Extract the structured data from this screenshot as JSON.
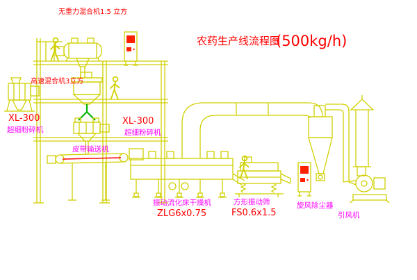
{
  "title": {
    "main": "农药生产线流程图",
    "capacity": "(500kg/h)"
  },
  "equipment": {
    "gravity_mixer": {
      "label": "无重力混合机1.5 立方"
    },
    "high_speed_mixer": {
      "label": "高速混合机3立方"
    },
    "pulverizer_left": {
      "model": "XL-300",
      "name": "超细粉碎机"
    },
    "pulverizer_center": {
      "model": "XL-300",
      "name": "超细粉碎机"
    },
    "belt_conveyor": {
      "name": "皮带输送机"
    },
    "fluid_bed_dryer": {
      "name": "振动流化床干燥机",
      "model": "ZLG6x0.75"
    },
    "vibrating_screen": {
      "name": "方形振动筛",
      "model": "FS0.6x1.5"
    },
    "cyclone": {
      "name": "旋风除尘器"
    },
    "induced_fan": {
      "name": "引风机"
    }
  },
  "colors": {
    "line_yellow": "#d0d000",
    "accent_green": "#00b400",
    "label_red": "#ff0000",
    "label_magenta": "#ff00ff",
    "cabinet_red": "#ff2000",
    "background": "#ffffff"
  }
}
